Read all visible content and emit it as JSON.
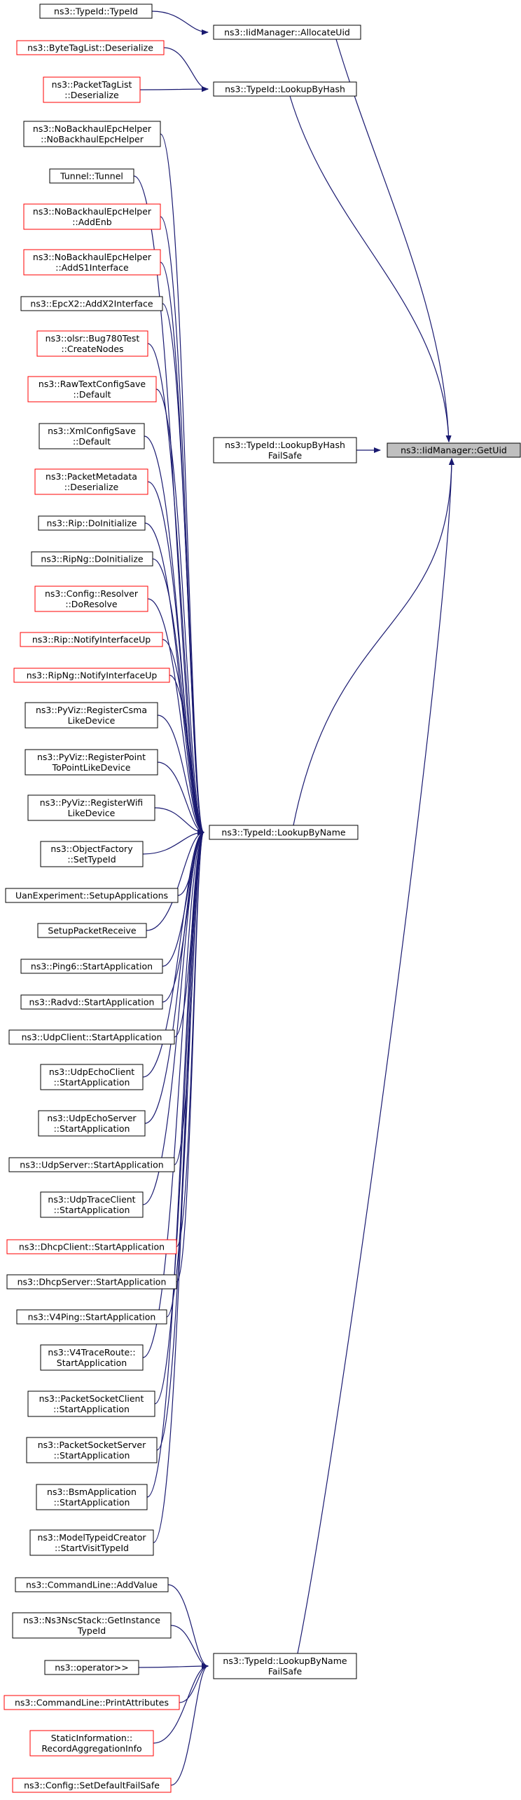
{
  "colors": {
    "edge": "#191970",
    "border_normal": "#000000",
    "border_undocumented": "#ff0000",
    "focus_fill": "#bfbfbf",
    "node_fill": "#ffffff"
  },
  "nodes": [
    {
      "id": "getuid",
      "lines": [
        "ns3::IidManager::GetUid"
      ],
      "style": "focus"
    },
    {
      "id": "allocateuid",
      "lines": [
        "ns3::IidManager::AllocateUid"
      ],
      "style": "normal"
    },
    {
      "id": "lookupbyhash",
      "lines": [
        "ns3::TypeId::LookupByHash"
      ],
      "style": "normal"
    },
    {
      "id": "lookupbyhashfailsafe",
      "lines": [
        "ns3::TypeId::LookupByHash",
        "FailSafe"
      ],
      "style": "normal"
    },
    {
      "id": "lookupbyname",
      "lines": [
        "ns3::TypeId::LookupByName"
      ],
      "style": "normal"
    },
    {
      "id": "lookupbynamefailsafe",
      "lines": [
        "ns3::TypeId::LookupByName",
        "FailSafe"
      ],
      "style": "normal"
    },
    {
      "id": "typeid",
      "lines": [
        "ns3::TypeId::TypeId"
      ],
      "style": "normal"
    },
    {
      "id": "bytetaglist",
      "lines": [
        "ns3::ByteTagList::Deserialize"
      ],
      "style": "red"
    },
    {
      "id": "packettaglist",
      "lines": [
        "ns3::PacketTagList",
        "::Deserialize"
      ],
      "style": "red"
    },
    {
      "id": "nobackhaulctor",
      "lines": [
        "ns3::NoBackhaulEpcHelper",
        "::NoBackhaulEpcHelper"
      ],
      "style": "normal"
    },
    {
      "id": "tunnel",
      "lines": [
        "Tunnel::Tunnel"
      ],
      "style": "normal"
    },
    {
      "id": "addenb",
      "lines": [
        "ns3::NoBackhaulEpcHelper",
        "::AddEnb"
      ],
      "style": "red"
    },
    {
      "id": "adds1",
      "lines": [
        "ns3::NoBackhaulEpcHelper",
        "::AddS1Interface"
      ],
      "style": "red"
    },
    {
      "id": "epcx2",
      "lines": [
        "ns3::EpcX2::AddX2Interface"
      ],
      "style": "normal"
    },
    {
      "id": "olsr",
      "lines": [
        "ns3::olsr::Bug780Test",
        "::CreateNodes"
      ],
      "style": "red"
    },
    {
      "id": "rawtext",
      "lines": [
        "ns3::RawTextConfigSave",
        "::Default"
      ],
      "style": "red"
    },
    {
      "id": "xmlconfig",
      "lines": [
        "ns3::XmlConfigSave",
        "::Default"
      ],
      "style": "normal"
    },
    {
      "id": "packetmetadata",
      "lines": [
        "ns3::PacketMetadata",
        "::Deserialize"
      ],
      "style": "red"
    },
    {
      "id": "ripinit",
      "lines": [
        "ns3::Rip::DoInitialize"
      ],
      "style": "normal"
    },
    {
      "id": "ripnginit",
      "lines": [
        "ns3::RipNg::DoInitialize"
      ],
      "style": "normal"
    },
    {
      "id": "configresolver",
      "lines": [
        "ns3::Config::Resolver",
        "::DoResolve"
      ],
      "style": "red"
    },
    {
      "id": "ripnotify",
      "lines": [
        "ns3::Rip::NotifyInterfaceUp"
      ],
      "style": "red"
    },
    {
      "id": "ripngnotify",
      "lines": [
        "ns3::RipNg::NotifyInterfaceUp"
      ],
      "style": "red"
    },
    {
      "id": "pyvizcsma",
      "lines": [
        "ns3::PyViz::RegisterCsma",
        "LikeDevice"
      ],
      "style": "normal"
    },
    {
      "id": "pyvizp2p",
      "lines": [
        "ns3::PyViz::RegisterPoint",
        "ToPointLikeDevice"
      ],
      "style": "normal"
    },
    {
      "id": "pyvizwifi",
      "lines": [
        "ns3::PyViz::RegisterWifi",
        "LikeDevice"
      ],
      "style": "normal"
    },
    {
      "id": "objectfactory",
      "lines": [
        "ns3::ObjectFactory",
        "::SetTypeId"
      ],
      "style": "normal"
    },
    {
      "id": "uanexp",
      "lines": [
        "UanExperiment::SetupApplications"
      ],
      "style": "normal"
    },
    {
      "id": "setuppacket",
      "lines": [
        "SetupPacketReceive"
      ],
      "style": "normal"
    },
    {
      "id": "ping6",
      "lines": [
        "ns3::Ping6::StartApplication"
      ],
      "style": "normal"
    },
    {
      "id": "radvd",
      "lines": [
        "ns3::Radvd::StartApplication"
      ],
      "style": "normal"
    },
    {
      "id": "udpclient",
      "lines": [
        "ns3::UdpClient::StartApplication"
      ],
      "style": "normal"
    },
    {
      "id": "udpechoclient",
      "lines": [
        "ns3::UdpEchoClient",
        "::StartApplication"
      ],
      "style": "normal"
    },
    {
      "id": "udpechoserver",
      "lines": [
        "ns3::UdpEchoServer",
        "::StartApplication"
      ],
      "style": "normal"
    },
    {
      "id": "udpserver",
      "lines": [
        "ns3::UdpServer::StartApplication"
      ],
      "style": "normal"
    },
    {
      "id": "udptrace",
      "lines": [
        "ns3::UdpTraceClient",
        "::StartApplication"
      ],
      "style": "normal"
    },
    {
      "id": "dhcpclient",
      "lines": [
        "ns3::DhcpClient::StartApplication"
      ],
      "style": "red"
    },
    {
      "id": "dhcpserver",
      "lines": [
        "ns3::DhcpServer::StartApplication"
      ],
      "style": "normal"
    },
    {
      "id": "v4ping",
      "lines": [
        "ns3::V4Ping::StartApplication"
      ],
      "style": "normal"
    },
    {
      "id": "v4trace",
      "lines": [
        "ns3::V4TraceRoute::",
        "StartApplication"
      ],
      "style": "normal"
    },
    {
      "id": "psclient",
      "lines": [
        "ns3::PacketSocketClient",
        "::StartApplication"
      ],
      "style": "normal"
    },
    {
      "id": "psserver",
      "lines": [
        "ns3::PacketSocketServer",
        "::StartApplication"
      ],
      "style": "normal"
    },
    {
      "id": "bsm",
      "lines": [
        "ns3::BsmApplication",
        "::StartApplication"
      ],
      "style": "normal"
    },
    {
      "id": "modeltypeid",
      "lines": [
        "ns3::ModelTypeidCreator",
        "::StartVisitTypeId"
      ],
      "style": "normal"
    },
    {
      "id": "addvalue",
      "lines": [
        "ns3::CommandLine::AddValue"
      ],
      "style": "normal"
    },
    {
      "id": "ns3nsc",
      "lines": [
        "ns3::Ns3NscStack::GetInstance",
        "TypeId"
      ],
      "style": "normal"
    },
    {
      "id": "operator",
      "lines": [
        "ns3::operator>>"
      ],
      "style": "normal"
    },
    {
      "id": "printattr",
      "lines": [
        "ns3::CommandLine::PrintAttributes"
      ],
      "style": "red"
    },
    {
      "id": "staticinfo",
      "lines": [
        "StaticInformation::",
        "RecordAggregationInfo"
      ],
      "style": "red"
    },
    {
      "id": "setdefault",
      "lines": [
        "ns3::Config::SetDefaultFailSafe"
      ],
      "style": "red"
    }
  ],
  "edges": [
    [
      "typeid",
      "allocateuid"
    ],
    [
      "bytetaglist",
      "lookupbyhash"
    ],
    [
      "packettaglist",
      "lookupbyhash"
    ],
    [
      "allocateuid",
      "getuid"
    ],
    [
      "lookupbyhash",
      "getuid"
    ],
    [
      "lookupbyhashfailsafe",
      "getuid"
    ],
    [
      "lookupbyname",
      "getuid"
    ],
    [
      "lookupbynamefailsafe",
      "getuid"
    ],
    [
      "nobackhaulctor",
      "lookupbyname"
    ],
    [
      "tunnel",
      "lookupbyname"
    ],
    [
      "addenb",
      "lookupbyname"
    ],
    [
      "adds1",
      "lookupbyname"
    ],
    [
      "epcx2",
      "lookupbyname"
    ],
    [
      "olsr",
      "lookupbyname"
    ],
    [
      "rawtext",
      "lookupbyname"
    ],
    [
      "xmlconfig",
      "lookupbyname"
    ],
    [
      "packetmetadata",
      "lookupbyname"
    ],
    [
      "ripinit",
      "lookupbyname"
    ],
    [
      "ripnginit",
      "lookupbyname"
    ],
    [
      "configresolver",
      "lookupbyname"
    ],
    [
      "ripnotify",
      "lookupbyname"
    ],
    [
      "ripngnotify",
      "lookupbyname"
    ],
    [
      "pyvizcsma",
      "lookupbyname"
    ],
    [
      "pyvizp2p",
      "lookupbyname"
    ],
    [
      "pyvizwifi",
      "lookupbyname"
    ],
    [
      "objectfactory",
      "lookupbyname"
    ],
    [
      "uanexp",
      "lookupbyname"
    ],
    [
      "setuppacket",
      "lookupbyname"
    ],
    [
      "ping6",
      "lookupbyname"
    ],
    [
      "radvd",
      "lookupbyname"
    ],
    [
      "udpclient",
      "lookupbyname"
    ],
    [
      "udpechoclient",
      "lookupbyname"
    ],
    [
      "udpechoserver",
      "lookupbyname"
    ],
    [
      "udpserver",
      "lookupbyname"
    ],
    [
      "udptrace",
      "lookupbyname"
    ],
    [
      "dhcpclient",
      "lookupbyname"
    ],
    [
      "dhcpserver",
      "lookupbyname"
    ],
    [
      "v4ping",
      "lookupbyname"
    ],
    [
      "v4trace",
      "lookupbyname"
    ],
    [
      "psclient",
      "lookupbyname"
    ],
    [
      "psserver",
      "lookupbyname"
    ],
    [
      "bsm",
      "lookupbyname"
    ],
    [
      "modeltypeid",
      "lookupbyname"
    ],
    [
      "addvalue",
      "lookupbynamefailsafe"
    ],
    [
      "ns3nsc",
      "lookupbynamefailsafe"
    ],
    [
      "operator",
      "lookupbynamefailsafe"
    ],
    [
      "printattr",
      "lookupbynamefailsafe"
    ],
    [
      "staticinfo",
      "lookupbynamefailsafe"
    ],
    [
      "setdefault",
      "lookupbynamefailsafe"
    ]
  ]
}
